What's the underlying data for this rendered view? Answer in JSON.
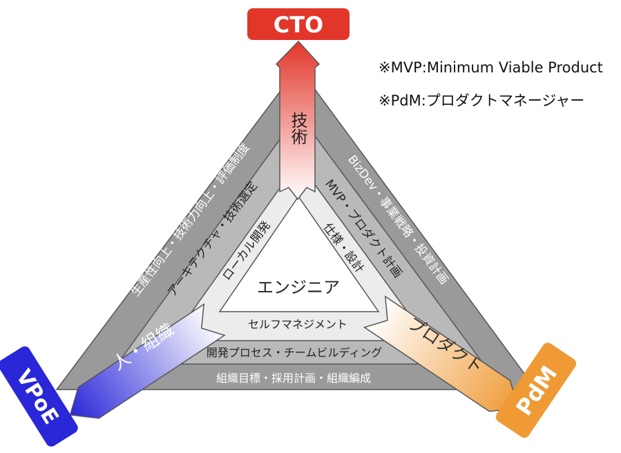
{
  "roles": {
    "cto": "CTO",
    "vpoe": "VPoE",
    "pdm": "PdM"
  },
  "notes": {
    "mvp": "※MVP:Minimum Viable Product",
    "pdm": "※PdM:プロダクトマネージャー"
  },
  "arrows": {
    "tech": "技術",
    "people": "人・組織",
    "product": "プロダクト"
  },
  "center": "エンジニア",
  "left_side": {
    "outer": "生産性向上・技術力向上・評価制度",
    "middle": "アーキテクチャ・技術選定",
    "inner": "ローカル開発"
  },
  "right_side": {
    "outer": "BizDev・事業戦略・投資計画",
    "middle": "MVP・プロダクト計画",
    "inner": "仕様・設計"
  },
  "bottom_side": {
    "inner": "セルフマネジメント",
    "middle": "開発プロセス・チームビルディング",
    "outer": "組織目標・採用計画・組織編成"
  },
  "colors": {
    "outer_band": "#9a9a9a",
    "middle_band": "#b9b9b9",
    "inner_band": "#ececec",
    "cto_red": "#e2362a",
    "vpoe_blue": "#2a27d8",
    "pdm_orange": "#ef9a35"
  }
}
